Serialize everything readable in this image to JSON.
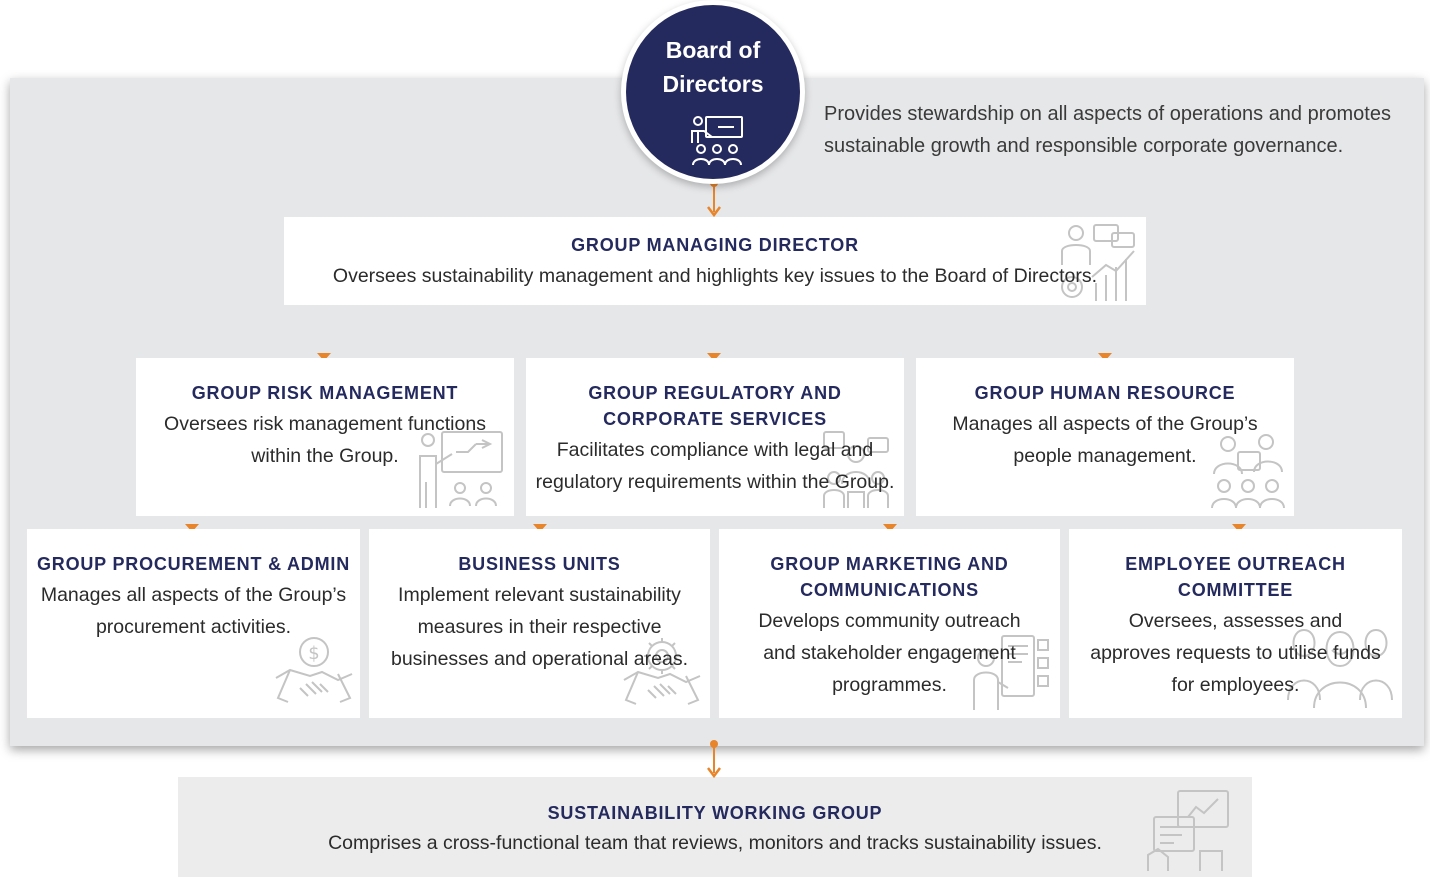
{
  "board": {
    "title": "Board of\nDirectors",
    "description": "Provides stewardship on all aspects of operations and promotes sustainable growth and responsible corporate governance."
  },
  "gmd": {
    "title": "GROUP MANAGING DIRECTOR",
    "description": "Oversees sustainability management and highlights key issues to the Board of Directors."
  },
  "row1": [
    {
      "title": "GROUP RISK MANAGEMENT",
      "description": "Oversees risk management functions\nwithin the Group."
    },
    {
      "title": "GROUP REGULATORY AND\nCORPORATE SERVICES",
      "description": "Facilitates compliance with legal and\nregulatory requirements within the Group."
    },
    {
      "title": "GROUP HUMAN RESOURCE",
      "description": "Manages all aspects of the Group’s\npeople management."
    }
  ],
  "row2": [
    {
      "title": "GROUP PROCUREMENT & ADMIN",
      "description": "Manages all aspects of the Group’s\nprocurement activities."
    },
    {
      "title": "BUSINESS UNITS",
      "description": "Implement relevant sustainability\nmeasures in their respective\nbusinesses and operational areas."
    },
    {
      "title": "GROUP MARKETING AND\nCOMMUNICATIONS",
      "description": "Develops community outreach\nand stakeholder engagement\nprogrammes."
    },
    {
      "title": "EMPLOYEE OUTREACH\nCOMMITTEE",
      "description": "Oversees, assesses and\napproves requests to utilise funds\nfor employees."
    }
  ],
  "swg": {
    "title": "SUSTAINABILITY WORKING GROUP",
    "description": "Comprises a cross-functional team that reviews, monitors and tracks sustainability issues."
  },
  "colors": {
    "navy": "#252a5e",
    "orange": "#e8842a",
    "panel": "#e6e7e9",
    "icon_gray": "#c4c4c4"
  }
}
